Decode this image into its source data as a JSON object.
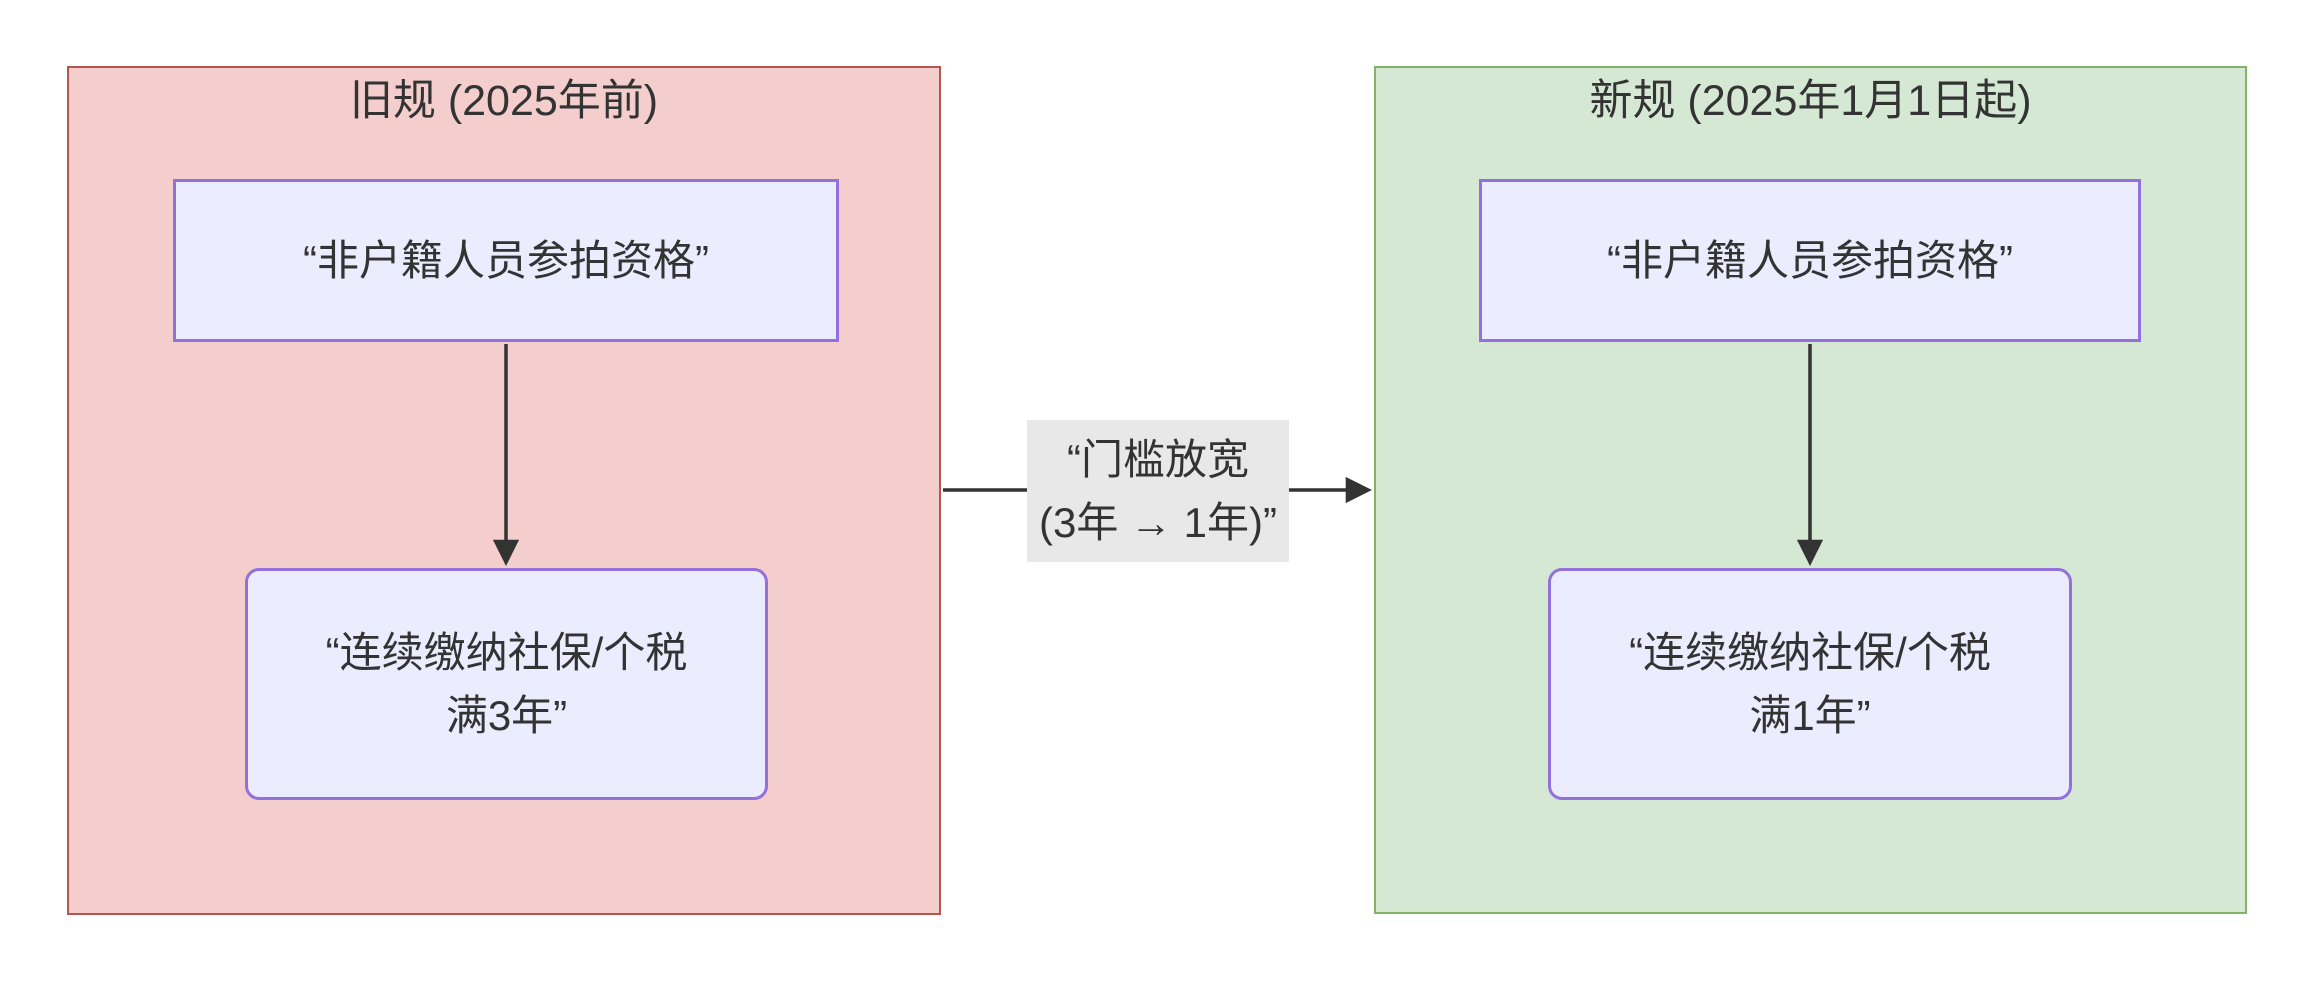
{
  "diagram": {
    "type": "flowchart-comparison",
    "old_rules": {
      "title": "旧规 (2025年前)",
      "node_top": "“非户籍人员参拍资格”",
      "node_bottom_line1": "“连续缴纳社保/个税",
      "node_bottom_line2": "满3年”"
    },
    "new_rules": {
      "title": "新规 (2025年1月1日起)",
      "node_top": "“非户籍人员参拍资格”",
      "node_bottom_line1": "“连续缴纳社保/个税",
      "node_bottom_line2": "满1年”"
    },
    "transition_edge": {
      "label_line1": "“门槛放宽",
      "label_line2": "(3年 → 1年)”"
    },
    "colors": {
      "old_container_fill": "#f3cecc",
      "old_container_border": "#b85450",
      "new_container_fill": "#d5e8d4",
      "new_container_border": "#82b366",
      "node_fill": "#ececff",
      "node_border": "#9370db",
      "edge_label_background": "#e8e8e8",
      "arrow_color": "#333333",
      "text_color": "#333333",
      "page_background": "#ffffff"
    }
  }
}
